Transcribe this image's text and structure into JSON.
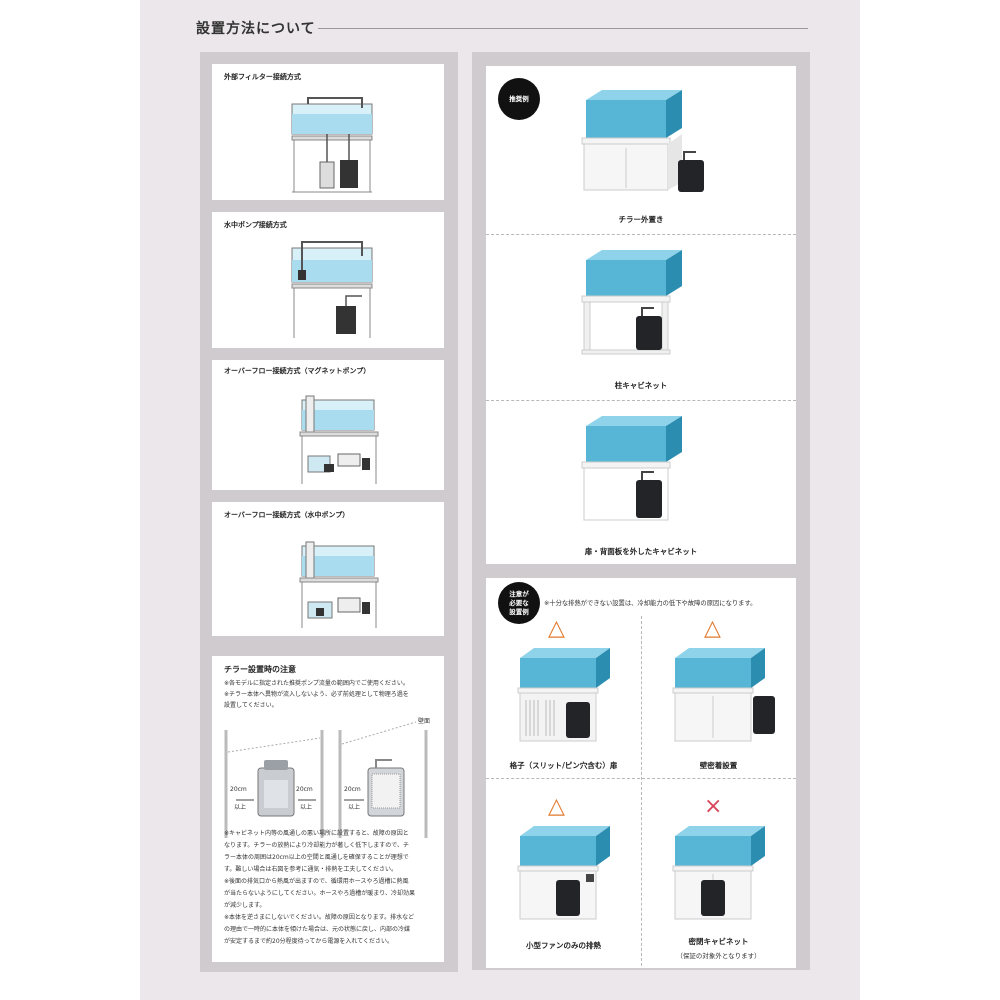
{
  "page": {
    "title": "設置方法について"
  },
  "connection_methods": [
    {
      "label": "外部フィルター接続方式"
    },
    {
      "label": "水中ポンプ接続方式"
    },
    {
      "label": "オーバーフロー接続方式（マグネットポンプ）"
    },
    {
      "label": "オーバーフロー接続方式（水中ポンプ）"
    }
  ],
  "caution": {
    "title": "チラー設置時の注意",
    "intro": [
      "※各モデルに指定された推奨ポンプ流量の範囲内でご使用ください。",
      "※チラー本体へ異物が流入しないよう、必ず前処理として物理ろ過を",
      "設置してください。"
    ],
    "wall_label": "壁面",
    "clearance_left": {
      "value": "20cm",
      "suffix": "以上"
    },
    "clearance_right": {
      "value": "20cm",
      "suffix": "以上"
    },
    "clearance_wall": {
      "value": "20cm",
      "suffix": "以上"
    },
    "body": [
      "※キャビネット内等の風通しの悪い場所に設置すると、故障の原因と",
      "なります。チラーの放熱により冷却能力が著しく低下しますので、チ",
      "ラー本体の周囲は20cm以上の空間と風通しを確保することが理想で",
      "す。難しい場合は右図を参考に通気・排熱を工夫してください。",
      "※後面の排気口から熱風が出ますので、循環用ホースやろ過槽に熱風",
      "が当たらないようにしてください。ホースやろ過槽が暖まり、冷却効果",
      "が減少します。",
      "※本体を逆さまにしないでください。故障の原因となります。排水など",
      "の理由で一時的に本体を傾けた場合は、元の状態に戻し、内部の冷媒",
      "が安定するまで約20分程度待ってから電源を入れてください。"
    ]
  },
  "recommended": {
    "badge": "推奨例",
    "examples": [
      {
        "caption": "チラー外置き"
      },
      {
        "caption": "柱キャビネット"
      },
      {
        "caption": "扉・背面板を外したキャビネット"
      }
    ]
  },
  "attention": {
    "badge_line1": "注意が",
    "badge_line2": "必要な",
    "badge_line3": "設置例",
    "note": "※十分な排熱ができない設置は、冷却能力の低下や故障の原因になります。",
    "examples": [
      {
        "symbol": "△",
        "caption": "格子（スリット/ピン穴含む）扉",
        "sub": ""
      },
      {
        "symbol": "△",
        "caption": "壁密着設置",
        "sub": ""
      },
      {
        "symbol": "△",
        "caption": "小型ファンのみの排熱",
        "sub": ""
      },
      {
        "symbol": "×",
        "caption": "密閉キャビネット",
        "sub": "（保証の対象外となります）"
      }
    ]
  },
  "colors": {
    "water": "#3aa9cf",
    "water_light": "#8fd3ea",
    "chiller": "#222428",
    "caution_symbol": "#e07a2e",
    "ng_symbol": "#d8455a"
  }
}
